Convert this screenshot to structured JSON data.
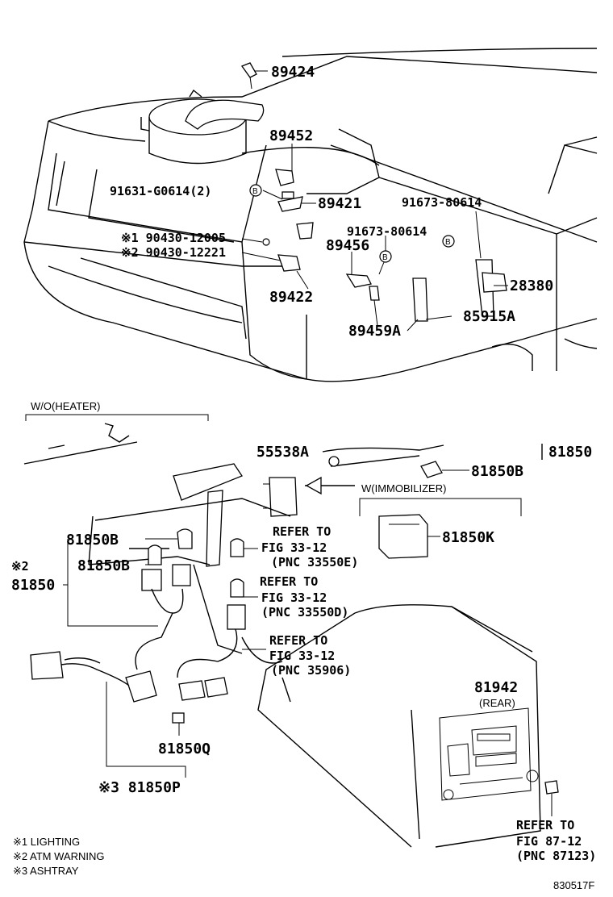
{
  "labels": {
    "p89424": "89424",
    "p89452": "89452",
    "p91631": "91631-G0614(2)",
    "p89421": "89421",
    "p91673a": "91673-80614",
    "p91673b": "91673-80614",
    "p90430a": "※1 90430-12005",
    "p90430b": "※2 90430-12221",
    "p89456": "89456",
    "p28380": "28380",
    "p89422": "89422",
    "p85915A": "85915A",
    "p89459A": "89459A",
    "woheater": "W/O(HEATER)",
    "p55538A": "55538A",
    "p81850top": "81850",
    "p81850B_right": "81850B",
    "wimmob": "W(IMMOBILIZER)",
    "p81850K": "81850K",
    "p81850B_1": "81850B",
    "p81850B_2": "81850B",
    "mark2": "※2",
    "p81850": "81850",
    "ref1_a": "REFER TO",
    "ref1_b": "FIG 33-12",
    "ref1_c": "(PNC 33550E)",
    "ref2_a": "REFER TO",
    "ref2_b": "FIG 33-12",
    "ref2_c": "(PNC 33550D)",
    "ref3_a": "REFER TO",
    "ref3_b": "FIG 33-12",
    "ref3_c": "(PNC 35906)",
    "p81942": "81942",
    "rear": "(REAR)",
    "p81850Q": "81850Q",
    "p81850P": "※3 81850P",
    "ref4_a": "REFER TO",
    "ref4_b": "FIG 87-12",
    "ref4_c": "(PNC 87123)",
    "b_marker": "B"
  },
  "legend": [
    "※1 LIGHTING",
    "※2 ATM WARNING",
    "※3 ASHTRAY"
  ],
  "figure_code": "830517F"
}
